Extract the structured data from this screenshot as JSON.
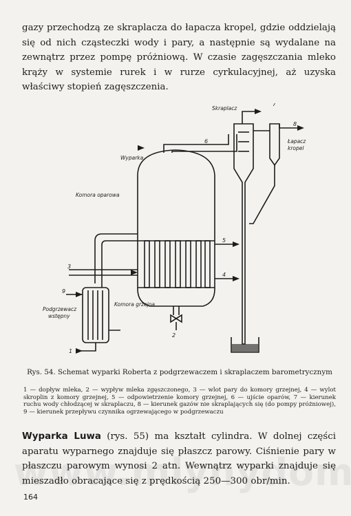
{
  "top_paragraph": "gazy przechodzą ze skraplacza do łapacza kropel, gdzie oddzielają się od nich cząsteczki wody i pary, a następnie są wydalane na zewnątrz przez pompę próżniową. W czasie zagęszczania mleko krąży w systemie rurek i w rurze cyrkulacyjnej, aż uzyska właściwy stopień zagęszczenia.",
  "figure": {
    "labels": {
      "skraplacz": "Skraplacz",
      "lapacz_line1": "Łapacz",
      "lapacz_line2": "kropel",
      "wyparka": "Wyparka",
      "komora_oparowa": "Komora oparowa",
      "komora_grzejna": "Komora grzejna",
      "podgrzewacz_line1": "Podgrzewacz",
      "podgrzewacz_line2": "wstępny"
    },
    "numbers": {
      "n1": "1",
      "n2": "2",
      "n3": "3",
      "n4": "4",
      "n5": "5",
      "n6": "6",
      "n7": "7",
      "n8": "8",
      "n9": "9"
    }
  },
  "caption": "Rys. 54. Schemat wyparki Roberta z podgrzewaczem i skraplaczem barometrycznym",
  "legend": "1 — dopływ mleka, 2 — wypływ mleka zgęszczonego, 3 — wlot pary do komory grzejnej, 4 — wylot skroplin z komory grzejnej, 5 — odpowietrzenie komory grzejnej, 6 — ujście oparów, 7 — kierunek ruchu wody chłodzącej w skraplaczu, 8 — kierunek gazów nie skraplających się (do pompy próżniowej), 9 — kierunek przepływu czynnika ogrzewającego w podgrzewaczu",
  "bottom_paragraph": {
    "bold": "Wyparka Luwa",
    "text": " (rys. 55) ma kształt cylindra. W dolnej części aparatu wyparnego znajduje się płaszcz parowy. Ciśnienie pary w płaszczu parowym wynosi 2 atn. Wewnątrz wyparki znajduje się mieszadło obracające się z prędkością 250—300 obr/min."
  },
  "page_number": "164",
  "watermark": "www.mlynydomowe.pl"
}
